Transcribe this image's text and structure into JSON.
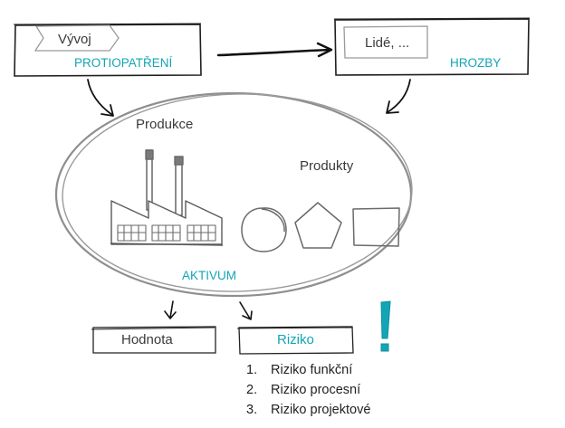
{
  "diagram": {
    "colors": {
      "ink": "#1a1a1a",
      "gray_ink": "#888888",
      "accent_teal": "#13a5b5"
    },
    "top_left_box": {
      "tag": "Vývoj",
      "caption": "PROTIOPATŘENÍ"
    },
    "top_right_box": {
      "tag": "Lidé, ...",
      "caption": "HROZBY"
    },
    "asset": {
      "production_label": "Produkce",
      "products_label": "Produkty",
      "caption": "AKTIVUM"
    },
    "value_box": {
      "label": "Hodnota"
    },
    "risk_box": {
      "label": "Riziko",
      "items": [
        {
          "number": "1.",
          "text": "Riziko funkční"
        },
        {
          "number": "2.",
          "text": "Riziko procesní"
        },
        {
          "number": "3.",
          "text": "Riziko projektové"
        }
      ]
    },
    "icons": [
      "factory-icon",
      "circle-icon",
      "pentagon-icon",
      "square-icon",
      "exclamation-icon"
    ]
  }
}
